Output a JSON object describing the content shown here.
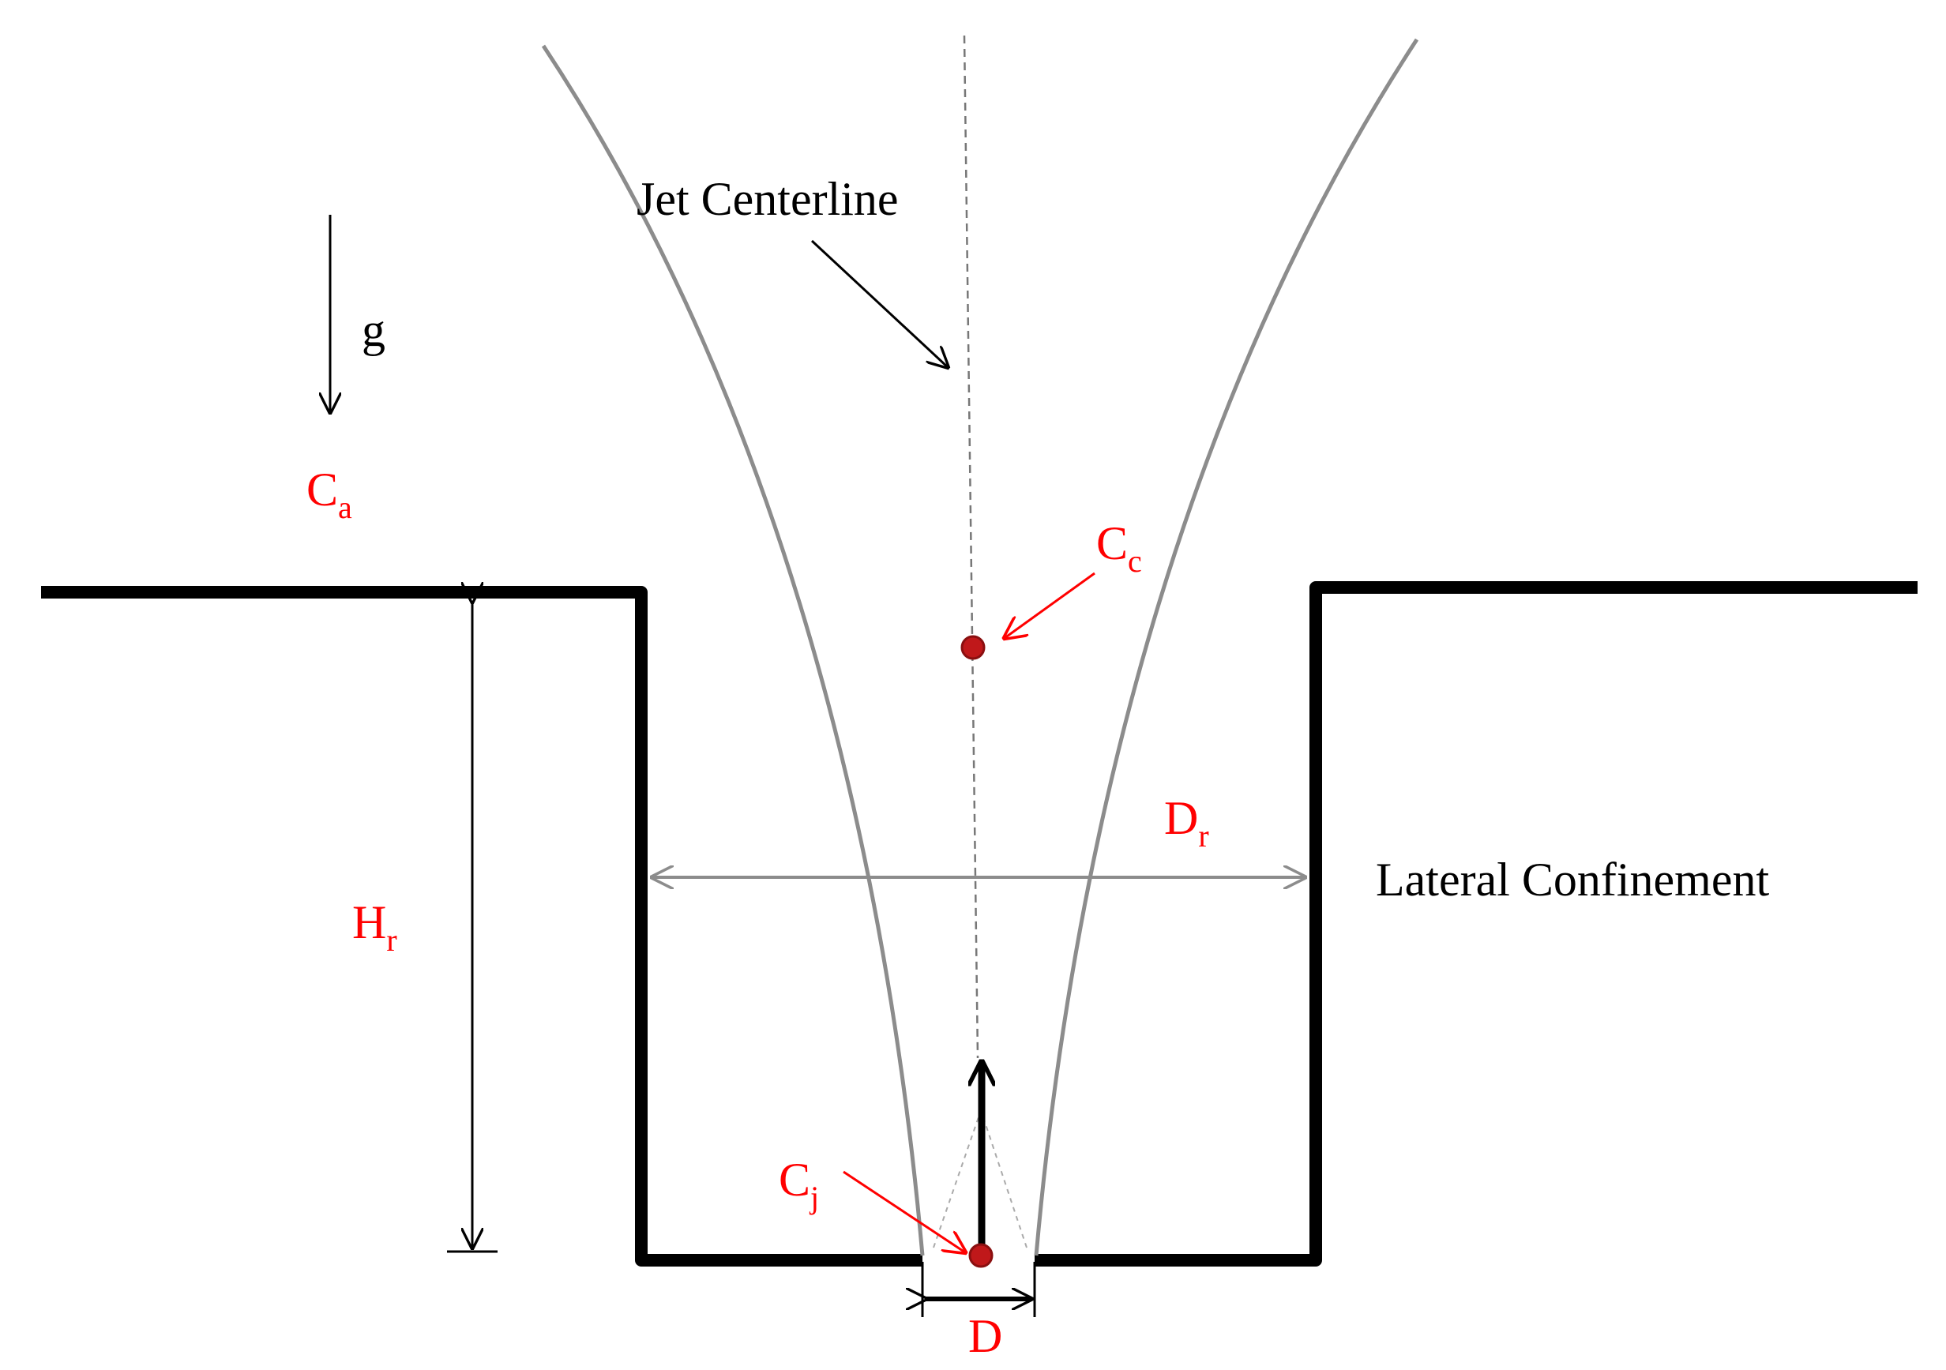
{
  "labels": {
    "jet_centerline": "Jet Centerline",
    "gravity": "g",
    "lateral_confinement": "Lateral Confinement",
    "ambient_conc": {
      "main": "C",
      "sub": "a"
    },
    "centerline_conc": {
      "main": "C",
      "sub": "c"
    },
    "jet_conc": {
      "main": "C",
      "sub": "j"
    },
    "confinement_diameter": {
      "main": "D",
      "sub": "r"
    },
    "confinement_height": {
      "main": "H",
      "sub": "r"
    },
    "nozzle_diameter": "D"
  },
  "colors": {
    "wall": "#000000",
    "jet_boundary": "#8c8c8c",
    "annotation": "#ff0000",
    "marker_fill": "#c0181a",
    "dimension_gray": "#8c8c8c"
  }
}
